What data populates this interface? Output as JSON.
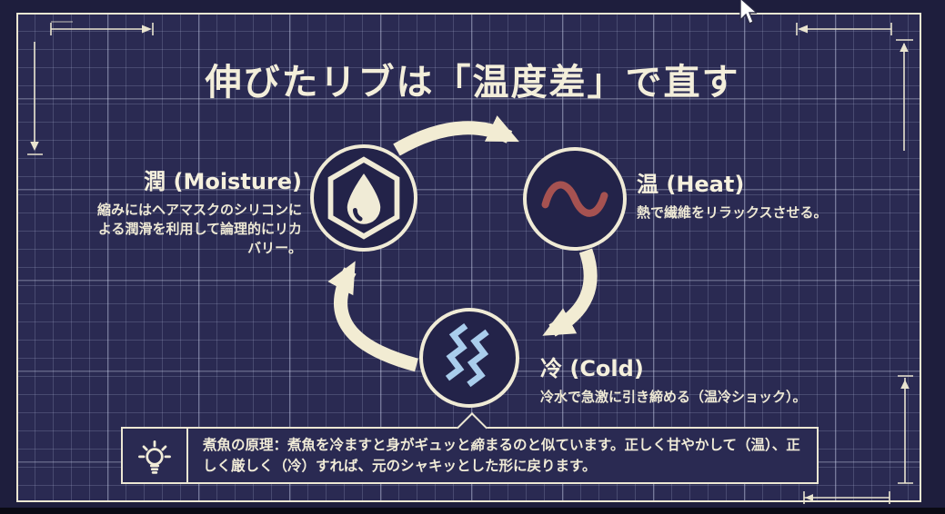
{
  "title": "伸びたリブは「温度差」で直す",
  "cycle": {
    "nodes": [
      {
        "id": "moisture",
        "heading": "潤 (Moisture)",
        "desc": "縮みにはヘアマスクのシリコンによる潤滑を利用して論理的にリカバリー。",
        "icon": "droplet-hexagon-icon"
      },
      {
        "id": "heat",
        "heading": "温 (Heat)",
        "desc": "熱で繊維をリラックスさせる。",
        "icon": "sine-wave-icon"
      },
      {
        "id": "cold",
        "heading": "冷 (Cold)",
        "desc": "冷水で急激に引き締める（温冷ショック）。",
        "icon": "frost-zigzag-icon"
      }
    ],
    "flow": [
      "moisture→heat",
      "heat→cold",
      "cold→moisture"
    ]
  },
  "note": {
    "icon": "lightbulb-icon",
    "text": "煮魚の原理：煮魚を冷ますと身がギュッと締まるのと似ています。正しく甘やかして（温）、正しく厳しく（冷）すれば、元のシャキッとした形に戻ります。"
  },
  "colors": {
    "canvas_bg": "#2a2a52",
    "outer_bg": "#1e1e3d",
    "cream": "#f2ecd3",
    "heat_wave_red": "#a65251",
    "cold_zigzag_blue": "#a9cdec",
    "node_fill": "#232349"
  },
  "decorations": {
    "style": "blueprint grid with dimension arrow marks in corners",
    "cursor": "arrow pointer at top center-right"
  }
}
